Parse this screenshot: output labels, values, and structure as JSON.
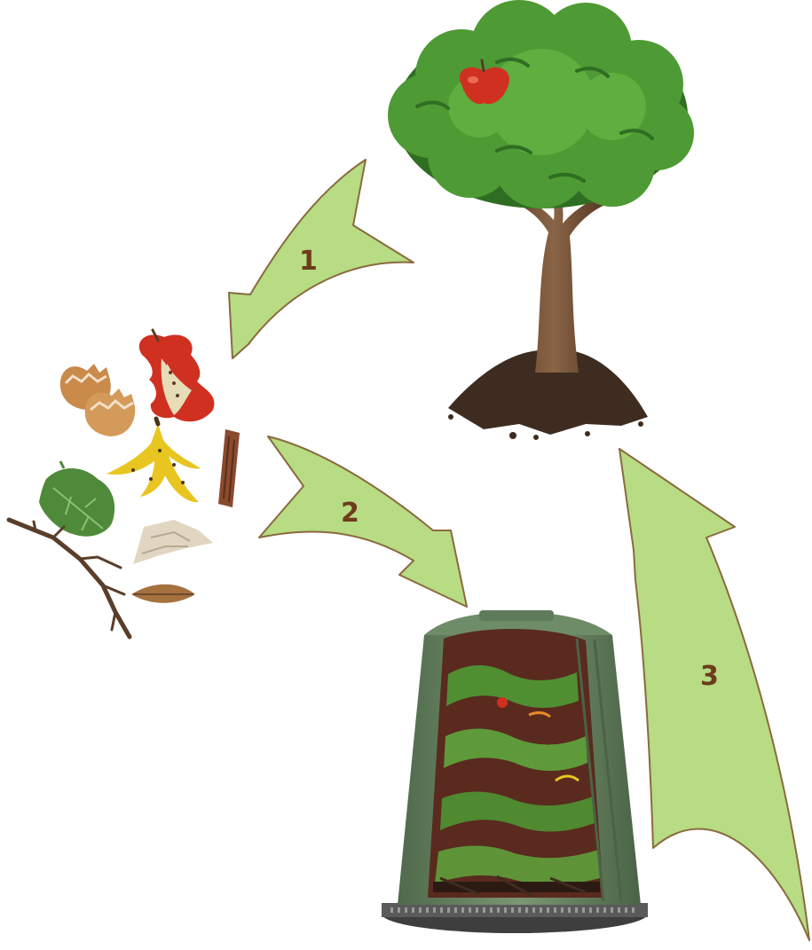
{
  "diagram": {
    "steps": [
      {
        "label": "1",
        "from": "tree",
        "to": "organic-waste"
      },
      {
        "label": "2",
        "from": "organic-waste",
        "to": "compost-bin"
      },
      {
        "label": "3",
        "from": "compost-bin",
        "to": "tree"
      }
    ],
    "nodes": [
      {
        "id": "tree",
        "icon": "apple-tree-icon"
      },
      {
        "id": "organic-waste",
        "icons": [
          "eggshell-icon",
          "apple-core-icon",
          "banana-peel-icon",
          "bark-icon",
          "leaf-icon",
          "paper-icon",
          "twig-icon",
          "dry-leaf-icon"
        ]
      },
      {
        "id": "compost-bin",
        "icon": "compost-bin-icon"
      }
    ]
  },
  "colors": {
    "arrow_fill": "#b7dc83",
    "arrow_stroke": "#8a6a3e",
    "label_color": "#6e3b1c",
    "foliage": "#4e9a34",
    "foliage_dark": "#2f6e22",
    "trunk": "#6e4a2e",
    "soil": "#3e2c20",
    "apple": "#d0301f",
    "bin": "#5f7a5a"
  }
}
